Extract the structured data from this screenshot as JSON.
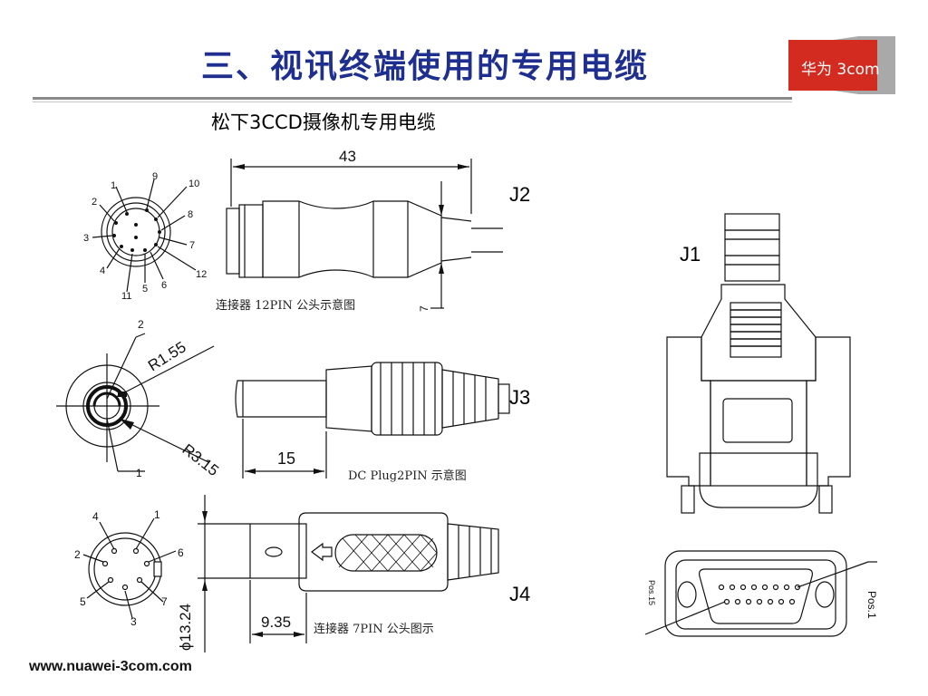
{
  "slide": {
    "title": "三、视讯终端使用的专用电缆",
    "subtitle": "松下3CCD摄像机专用电缆",
    "logo_text": "华为 3com",
    "footer_url": "www.nuawei-3com.com"
  },
  "labels": {
    "j1": "J1",
    "j2": "J2",
    "j3": "J3",
    "j4": "J4"
  },
  "captions": {
    "c12pin": "连接器 12PIN 公头示意图",
    "dcplug": "DC Plug2PIN 示意图",
    "c7pin": "连接器 7PIN 公头图示"
  },
  "dimensions": {
    "d43": "43",
    "d7": "7",
    "r155": "R1.55",
    "r315": "R3.15",
    "d15": "15",
    "d935": "9.35",
    "d1324": "ϕ13.24"
  },
  "pins12": [
    "1",
    "2",
    "3",
    "4",
    "5",
    "6",
    "7",
    "8",
    "9",
    "10",
    "11",
    "12"
  ],
  "pins7": [
    "1",
    "2",
    "3",
    "4",
    "5",
    "6",
    "7"
  ],
  "dc_pins": [
    "1",
    "2"
  ],
  "db_labels": {
    "pos1": "Pos.1",
    "pos_left": "Pos.15"
  },
  "colors": {
    "title": "#1f2f8f",
    "logo_red": "#d42b20",
    "logo_gray": "#a9a9a9"
  }
}
